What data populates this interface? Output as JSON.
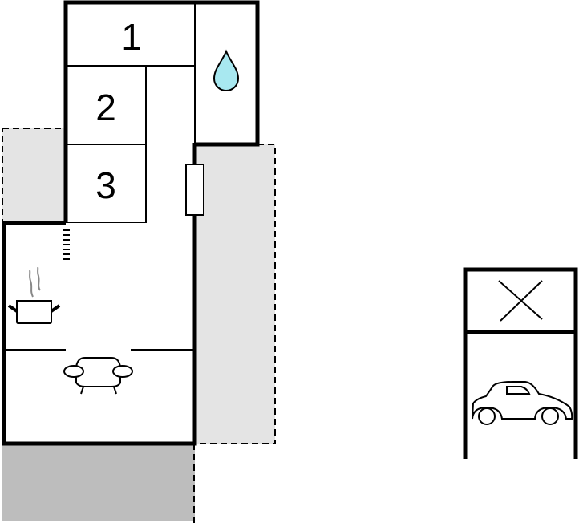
{
  "floorplan": {
    "rooms": [
      {
        "label": "1",
        "type": "bedroom"
      },
      {
        "label": "2",
        "type": "bedroom"
      },
      {
        "label": "3",
        "type": "bedroom"
      }
    ],
    "icons": [
      "water-drop-icon",
      "cooking-pot-icon",
      "sofa-icon",
      "car-icon",
      "cross-icon",
      "stairs-icon",
      "window-icon"
    ],
    "colors": {
      "wall": "#000000",
      "terrace": "#e4e4e4",
      "patio": "#bdbdbd",
      "water": "#a8e8f0"
    }
  }
}
